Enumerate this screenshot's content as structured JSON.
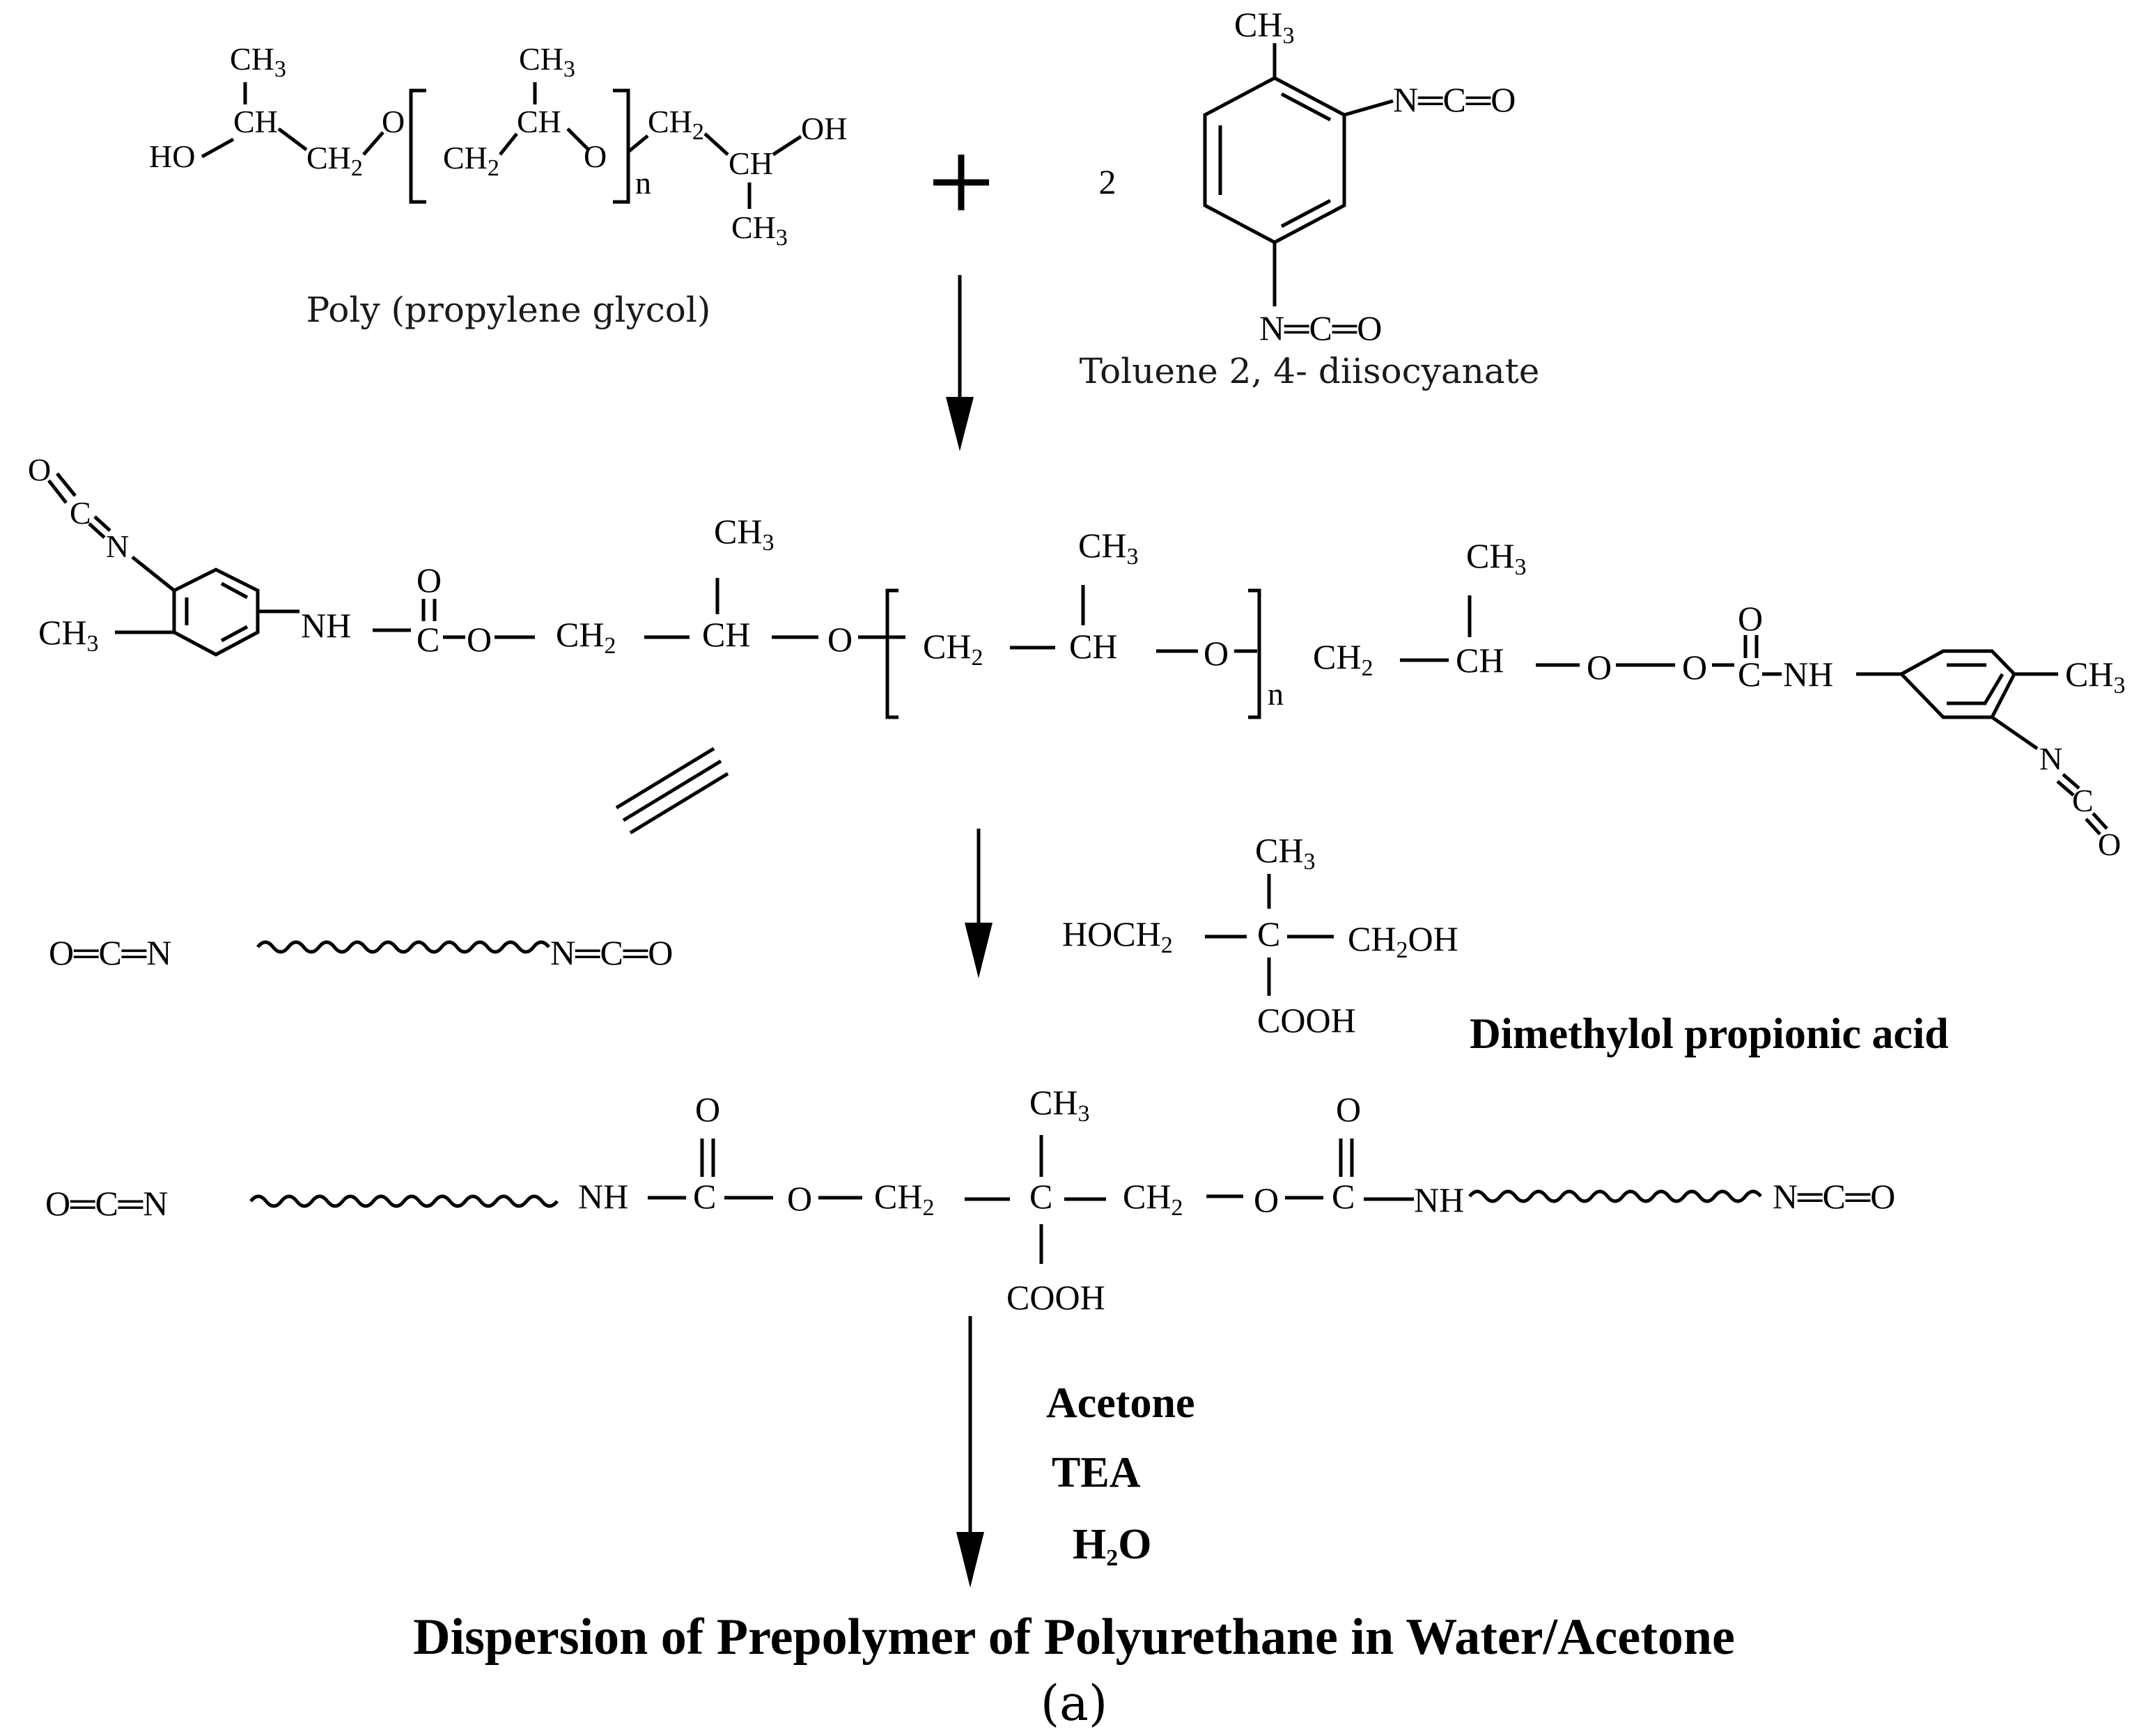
{
  "reactants": {
    "ppg_name": "Poly (propylene glycol)",
    "tdi_name": "Toluene 2, 4- diisocyanate",
    "tdi_coefficient": "2",
    "plus": "+"
  },
  "labels": {
    "CH3": "CH3",
    "CH": "CH",
    "CH2": "CH2",
    "HO": "HO",
    "OH": "OH",
    "O": "O",
    "n": "n",
    "NH": "NH",
    "C": "C",
    "N": "N",
    "NCO": "N=C=O",
    "HOCH2": "HOCH2",
    "CH2OH": "CH2OH",
    "COOH": "COOH"
  },
  "dmpa_name": "Dimethylol propionic acid",
  "conditions": [
    "Acetone",
    "TEA",
    "H2O"
  ],
  "product": "Dispersion of Prepolymer of Polyurethane in Water/Acetone",
  "panel_label": "(a)"
}
